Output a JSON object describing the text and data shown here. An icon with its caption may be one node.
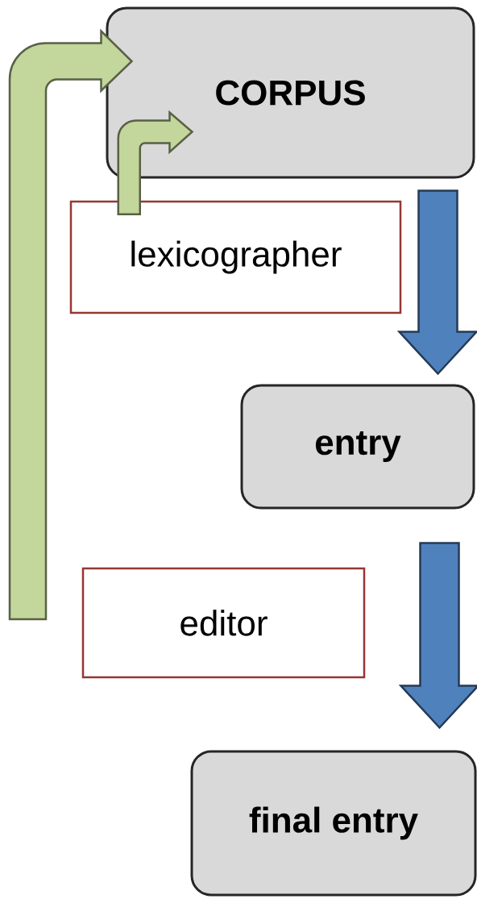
{
  "diagram": {
    "nodes": [
      {
        "text": [
          "CORPUS"
        ]
      },
      {
        "text": [
          "lexicographer"
        ]
      },
      {
        "text": [
          "entry"
        ]
      },
      {
        "text": [
          "editor"
        ]
      },
      {
        "text": [
          "final entry"
        ]
      }
    ],
    "edges": [
      {
        "from": null,
        "to": 0,
        "arrow": "to",
        "color": "#c3d69b"
      },
      {
        "from": 1,
        "to": 0,
        "arrow": "to",
        "color": "#c3d69b"
      },
      {
        "from": 0,
        "to": 2,
        "arrow": "to",
        "color": "#4f81bd"
      },
      {
        "from": 2,
        "to": 4,
        "arrow": "to",
        "color": "#4f81bd"
      }
    ]
  }
}
